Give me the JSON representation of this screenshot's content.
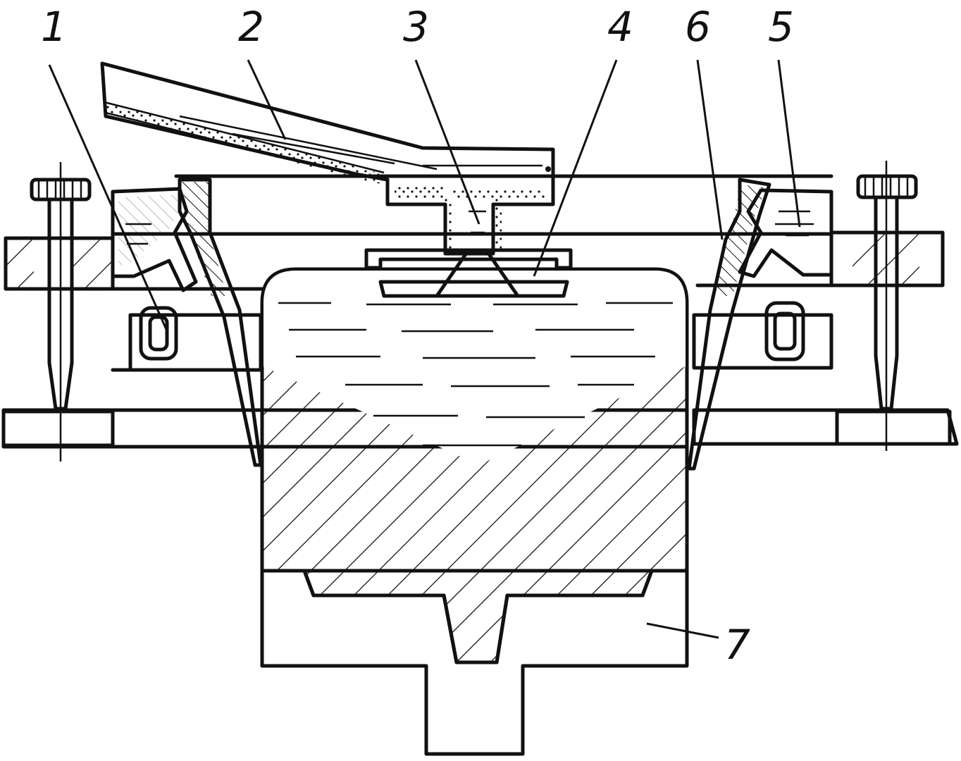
{
  "figure": {
    "callouts": [
      {
        "id": "c1",
        "label": "1"
      },
      {
        "id": "c2",
        "label": "2"
      },
      {
        "id": "c3",
        "label": "3"
      },
      {
        "id": "c4",
        "label": "4"
      },
      {
        "id": "c6",
        "label": "6"
      },
      {
        "id": "c5",
        "label": "5"
      },
      {
        "id": "c7",
        "label": "7"
      }
    ]
  }
}
